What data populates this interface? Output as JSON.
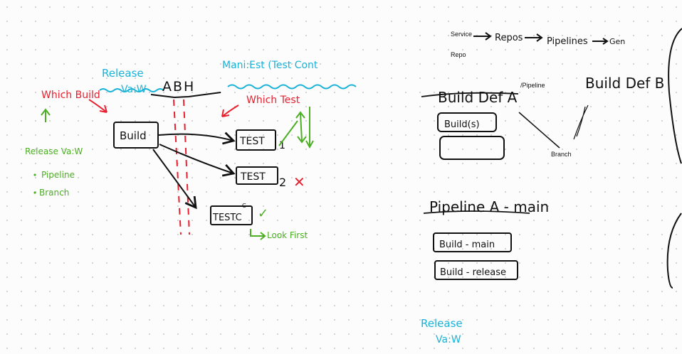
{
  "colors": {
    "ink": "#111111",
    "red": "#e8202f",
    "green": "#4caf24",
    "blue": "#1bb2d8"
  },
  "left": {
    "release_vault": [
      "Release",
      "Va:W"
    ],
    "abh": "ABH",
    "manifest": "Mani:Est (Test Cont",
    "which_build": "Which Build",
    "which_test": "Which Test",
    "release_vault_green": "Release Va:W",
    "bullets": [
      "Pipeline",
      "Branch"
    ],
    "build_box": "Build",
    "tests": [
      {
        "label": "TEST",
        "marker": "1"
      },
      {
        "label": "TEST",
        "marker": "2"
      },
      {
        "label": "TESTC",
        "marker": ""
      }
    ],
    "test_c_superscript": "C",
    "look_first": "Look First",
    "status_x": "✕",
    "status_check": "✓"
  },
  "right": {
    "flow": [
      "Service",
      "Repos",
      "Pipelines",
      "Gen"
    ],
    "repo_label": "Repo",
    "pipeline_label": "/Pipeline",
    "branch_label": "Branch",
    "build_def_a": "Build Def A",
    "build_def_b": "Build Def B",
    "builds_box": "Build(s)",
    "pipeline_a": "Pipeline A - main",
    "build_main": "Build - main",
    "build_release": "Build - release",
    "release_vault": [
      "Release",
      "Va:W"
    ]
  }
}
